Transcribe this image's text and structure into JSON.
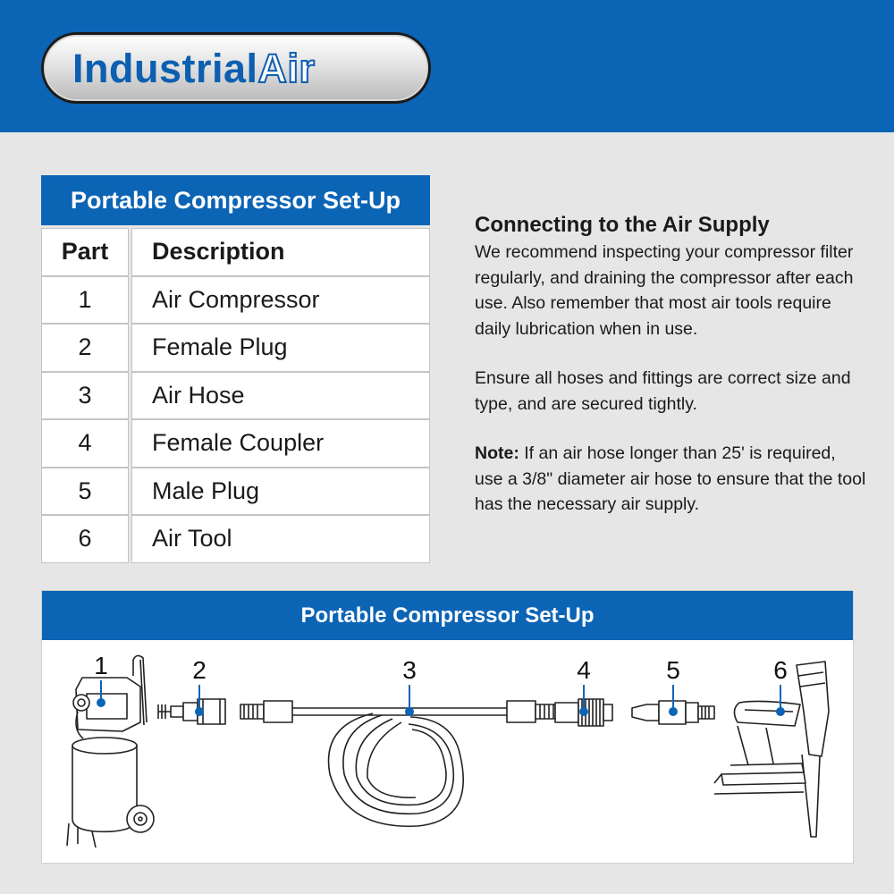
{
  "brand": {
    "word1": "Industrial",
    "word2": "Air"
  },
  "table": {
    "title": "Portable Compressor Set-Up",
    "headers": [
      "Part",
      "Description"
    ],
    "rows": [
      {
        "part": "1",
        "desc": "Air Compressor"
      },
      {
        "part": "2",
        "desc": "Female Plug"
      },
      {
        "part": "3",
        "desc": "Air Hose"
      },
      {
        "part": "4",
        "desc": "Female Coupler"
      },
      {
        "part": "5",
        "desc": "Male Plug"
      },
      {
        "part": "6",
        "desc": "Air Tool"
      }
    ]
  },
  "info": {
    "title": "Connecting to the Air Supply",
    "para1": "We recommend inspecting your compressor filter regularly, and draining the compressor after each use. Also remember that most air tools require daily lubrication when in use.",
    "para2": "Ensure all hoses and fittings are correct size and type, and are secured tightly.",
    "note_label": "Note:",
    "note_text": " If an air hose longer than 25' is required, use a 3/8\" diameter air hose to ensure that the tool has the necessary air supply."
  },
  "diagram": {
    "title": "Portable Compressor Set-Up",
    "labels": [
      "1",
      "2",
      "3",
      "4",
      "5",
      "6"
    ]
  },
  "colors": {
    "brand_blue": "#0c64b5",
    "callout_blue": "#0c64b5"
  }
}
